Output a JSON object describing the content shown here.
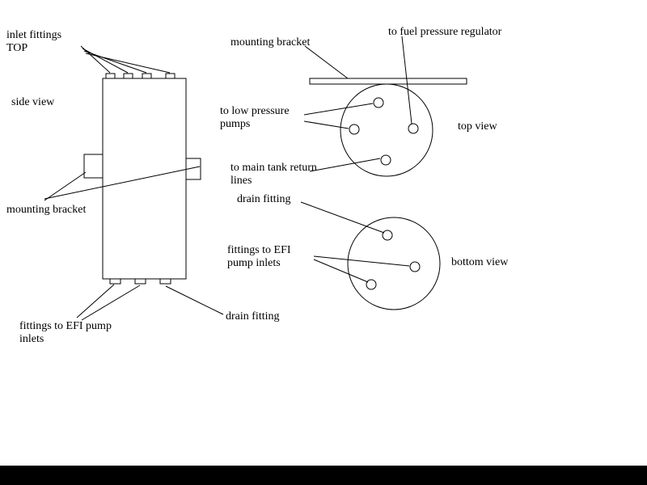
{
  "figure": {
    "background_color": "#ffffff",
    "line_color": "#000000",
    "bottom_bar_color": "#000000"
  },
  "labels": {
    "inlet_fittings_top": "inlet fittings\nTOP",
    "mounting_bracket_top": "mounting bracket",
    "to_fuel_pressure_regulator": "to fuel pressure regulator",
    "side_view": "side view",
    "to_low_pressure_pumps": "to low pressure\npumps",
    "top_view": "top view",
    "to_main_tank_return_lines": "to main tank return\nlines",
    "drain_fitting_upper": "drain fitting",
    "mounting_bracket_side": "mounting bracket",
    "fittings_to_efi_pump_inlets_mid": "fittings to EFI\npump inlets",
    "bottom_view": "bottom view",
    "drain_fitting_lower": "drain fitting",
    "fittings_to_efi_pump_inlets_bottom": "fittings to EFI pump\ninlets"
  }
}
